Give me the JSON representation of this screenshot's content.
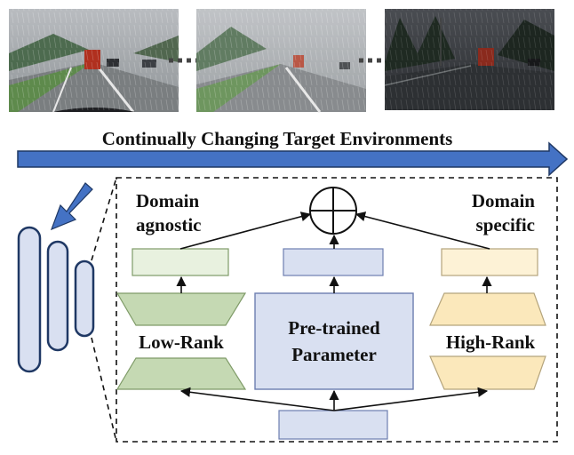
{
  "title_arrow_label": "Continually Changing Target Environments",
  "left_branch": {
    "line1": "Domain",
    "line2": "agnostic",
    "label": "Low-Rank"
  },
  "right_branch": {
    "line1": "Domain",
    "line2": "specific",
    "label": "High-Rank"
  },
  "center_block": {
    "line1": "Pre-trained",
    "line2": "Parameter"
  },
  "frames": [
    {
      "name": "rain-frame-light"
    },
    {
      "name": "rain-frame-medium"
    },
    {
      "name": "rain-frame-dark"
    }
  ],
  "colors": {
    "arrow_blue": "#4472c4",
    "arrow_border": "#1f3864",
    "neutral_fill": "#d9e0f1",
    "neutral_stroke": "#6d7eb0",
    "agnostic_fill": "#c5d9b3",
    "agnostic_light": "#e8f1df",
    "agnostic_stroke": "#7f9b68",
    "specific_fill": "#fbe8bb",
    "specific_light": "#fdf2d6",
    "specific_stroke": "#b4a47c"
  }
}
